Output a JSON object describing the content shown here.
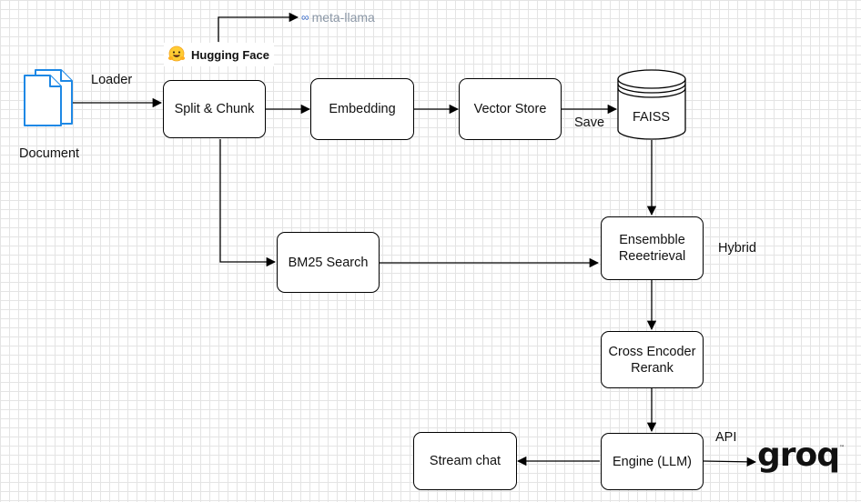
{
  "nodes": {
    "document": "Document",
    "split_chunk": "Split & Chunk",
    "embedding": "Embedding",
    "vector_store": "Vector Store",
    "faiss": "FAISS",
    "bm25": "BM25 Search",
    "ensemble_line1": "Ensembble",
    "ensemble_line2": "Reeetrieval",
    "rerank_line1": "Cross Encoder",
    "rerank_line2": "Rerank",
    "engine": "Engine (LLM)",
    "stream_chat": "Stream chat"
  },
  "edge_labels": {
    "loader": "Loader",
    "save": "Save",
    "hybrid": "Hybrid",
    "api": "API"
  },
  "logos": {
    "hugging_face": "Hugging Face",
    "meta_llama": "meta-llama",
    "groq": "groq"
  },
  "colors": {
    "document_icon": "#1e88e5",
    "hf_yellow": "#ffcc33",
    "meta_text": "#8b97a6"
  }
}
